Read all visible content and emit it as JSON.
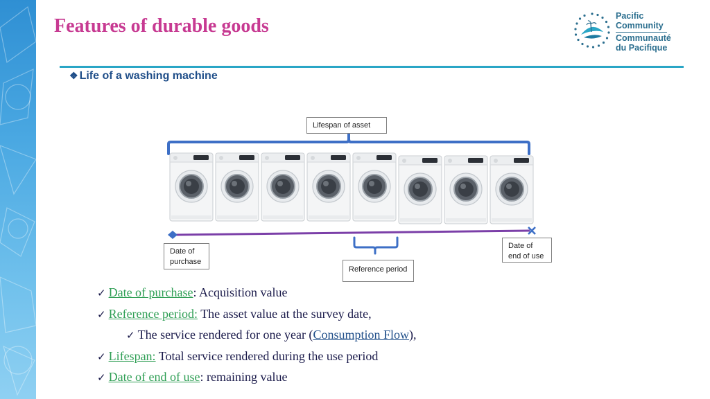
{
  "slide": {
    "title": "Features of durable goods",
    "subtitle": "Life of a washing machine",
    "subtitle_icon": "diamond-bullet-icon"
  },
  "logo": {
    "line1": "Pacific",
    "line2": "Community",
    "line3": "Communauté",
    "line4": "du Pacifique",
    "icon": "spc-emblem-icon"
  },
  "diagram": {
    "lifespan_label": "Lifespan of asset",
    "purchase_label_1": "Date of",
    "purchase_label_2": "purchase",
    "end_label_1": "Date of",
    "end_label_2": "end of use",
    "reference_label": "Reference period",
    "machine_count": 8,
    "colors": {
      "bracket": "#3d6fc6",
      "timeline": "#7b3fa8",
      "start_marker": "#3d6fc6",
      "end_marker": "#3d6fc6"
    }
  },
  "bullets": {
    "b1_term": "Date of purchase",
    "b1_rest": ": Acquisition value",
    "b2_term": "Reference period:",
    "b2_rest": " The asset value at the survey date,",
    "b3_pre": "The service rendered for one year (",
    "b3_term": "Consumption Flow",
    "b3_post": "),",
    "b4_term": "Lifespan:",
    "b4_rest": " Total service rendered during the use period",
    "b5_term": "Date of end of use",
    "b5_rest": ": remaining value",
    "check_icon": "checkmark-icon"
  }
}
